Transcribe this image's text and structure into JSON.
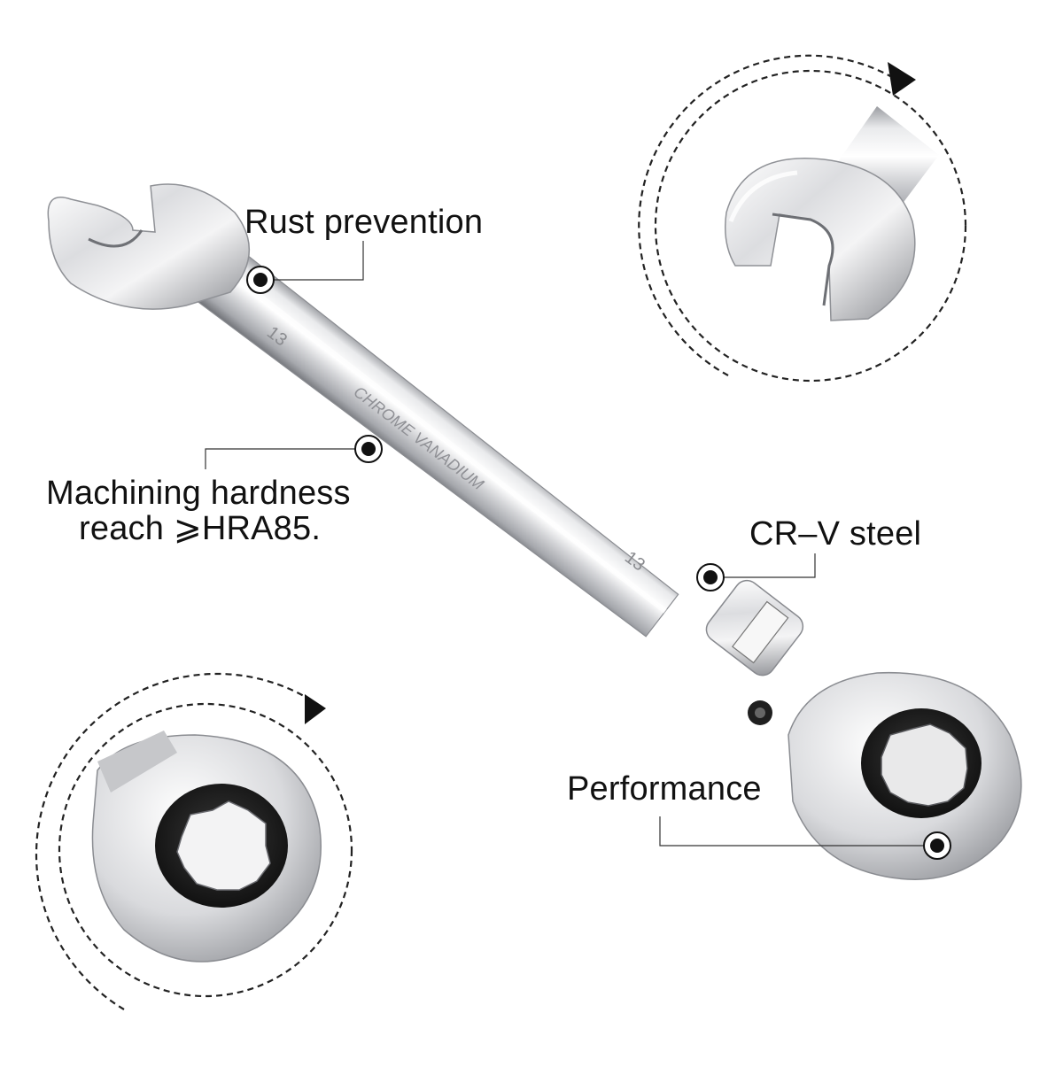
{
  "labels": {
    "rust_prevention": "Rust prevention",
    "machining_line1": "Machining hardness",
    "machining_line2": "reach ⩾HRA85.",
    "crv_steel": "CR–V steel",
    "performance": "Performance"
  },
  "engraving": {
    "size_upper": "13",
    "material": "CHROME VANADIUM",
    "size_lower": "13"
  },
  "colors": {
    "background": "#ffffff",
    "text": "#111111",
    "chrome_light": "#f6f6f6",
    "chrome_mid": "#c8c9cc",
    "chrome_dark": "#7d7f84",
    "socket_black": "#1a1a1a"
  },
  "icons": [
    "rotation-arrow-icon",
    "callout-dot-icon"
  ]
}
